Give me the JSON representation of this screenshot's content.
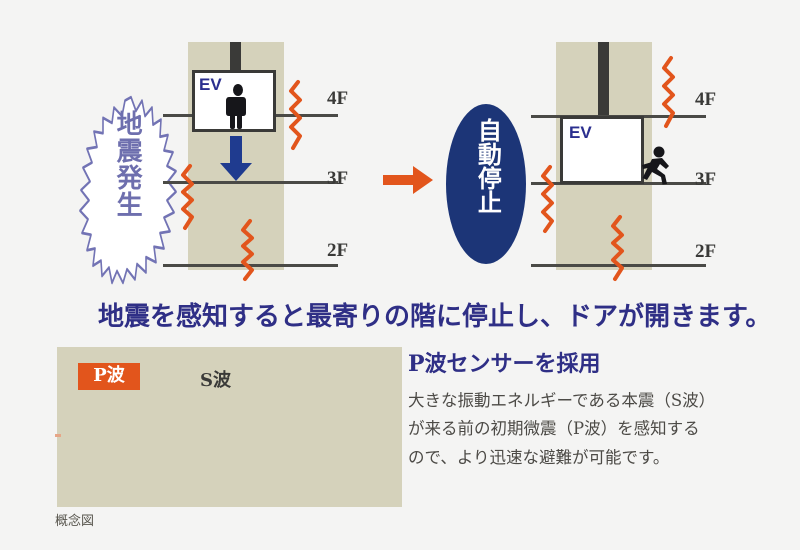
{
  "colors": {
    "page_bg": "#f4f4f3",
    "shaft_beige": "#d5d2bb",
    "navy_text": "#2f2f86",
    "ellipse_navy": "#1c3577",
    "orange": "#e2551c",
    "burst_purple": "#6e6fae",
    "line_dark": "#4a4a46"
  },
  "left_diagram": {
    "name": "earthquake-occurs",
    "burst_label": "地震発生",
    "ev_label": "EV",
    "floors": [
      {
        "label": "4F"
      },
      {
        "label": "3F"
      },
      {
        "label": "2F"
      }
    ],
    "occupant_icon": "standing-person-icon",
    "direction_icon": "down-arrow-icon"
  },
  "transition": {
    "icon": "right-arrow-icon"
  },
  "right_diagram": {
    "name": "automatic-stop",
    "ellipse_label": "自動停止",
    "ev_label": "EV",
    "floors": [
      {
        "label": "4F"
      },
      {
        "label": "3F"
      },
      {
        "label": "2F"
      }
    ],
    "occupant_icon": "running-person-icon"
  },
  "main_caption": "地震を感知すると最寄りの階に停止し、ドアが開きます。",
  "wave_panel": {
    "p_wave_label": "P波",
    "s_wave_label": "S波",
    "caption": "概念図"
  },
  "sensor_section": {
    "heading": "P波センサーを採用",
    "body_lines": [
      "大きな振動エネルギーである本震（S波）",
      "が来る前の初期微震（P波）を感知する",
      "ので、より迅速な避難が可能です。"
    ]
  }
}
